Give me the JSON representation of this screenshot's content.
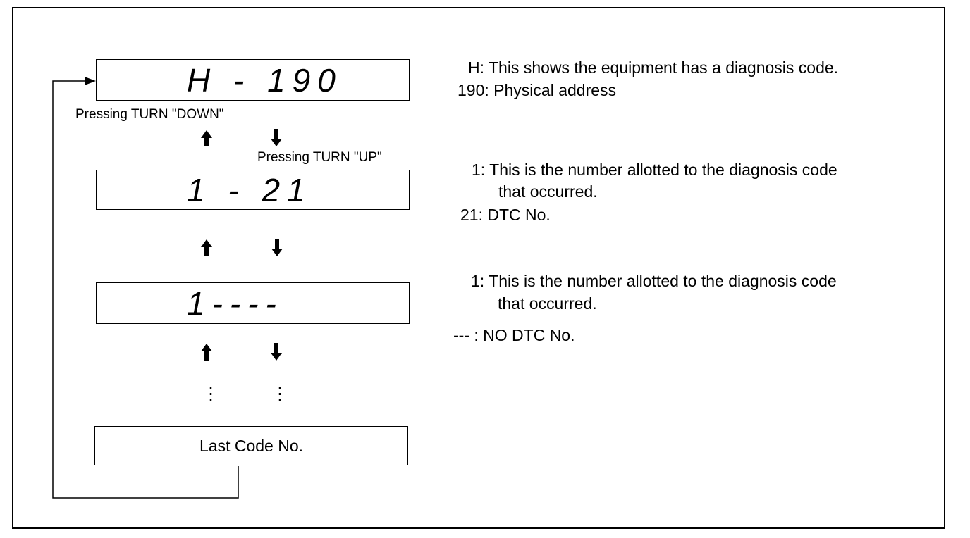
{
  "displays": [
    {
      "text": "H - 190"
    },
    {
      "text": "1 - 21"
    },
    {
      "text": "1----"
    }
  ],
  "last_box": "Last Code No.",
  "labels": {
    "turn_down": "Pressing TURN \"DOWN\"",
    "turn_up": "Pressing TURN \"UP\""
  },
  "dots": "⋮",
  "descriptions": {
    "block1_line1": "H: This shows the equipment has a diagnosis  code.",
    "block1_line2": "190: Physical address",
    "block2_line1": "1: This is the number allotted to the diagnosis code",
    "block2_line2": "that occurred.",
    "block2_line3": "21: DTC No.",
    "block3_line1": "1: This is the number allotted to the diagnosis code",
    "block3_line2": "that occurred.",
    "block3_line3": "--- : NO DTC No."
  }
}
